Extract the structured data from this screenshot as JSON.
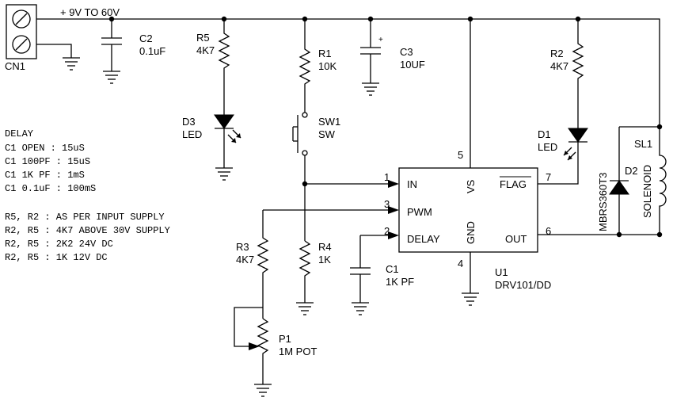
{
  "supply_label": "+ 9V TO 60V",
  "connector": {
    "ref": "CN1"
  },
  "c2": {
    "ref": "C2",
    "value": "0.1uF"
  },
  "r5": {
    "ref": "R5",
    "value": "4K7"
  },
  "d3": {
    "ref": "D3",
    "value": "LED"
  },
  "r1": {
    "ref": "R1",
    "value": "10K"
  },
  "sw1": {
    "ref": "SW1",
    "value": "SW"
  },
  "c3": {
    "ref": "C3",
    "value": "10UF",
    "polarity": "+"
  },
  "r2": {
    "ref": "R2",
    "value": "4K7"
  },
  "d1": {
    "ref": "D1",
    "value": "LED"
  },
  "d2": {
    "ref": "D2",
    "value": "MBRS360T3"
  },
  "sl1": {
    "ref": "SL1",
    "value": "SOLENOID"
  },
  "r3": {
    "ref": "R3",
    "value": "4K7"
  },
  "p1": {
    "ref": "P1",
    "value": "1M POT"
  },
  "r4": {
    "ref": "R4",
    "value": "1K"
  },
  "c1": {
    "ref": "C1",
    "value": "1K PF"
  },
  "u1": {
    "ref": "U1",
    "value": "DRV101/DD",
    "pins": {
      "in": "IN",
      "in_num": "1",
      "pwm": "PWM",
      "pwm_num": "3",
      "delay": "DELAY",
      "delay_num": "2",
      "vs": "VS",
      "vs_num": "5",
      "gnd": "GND",
      "gnd_num": "4",
      "flag": "FLAG",
      "flag_num": "7",
      "out": "OUT",
      "out_num": "6"
    }
  },
  "notes": {
    "delay": [
      "DELAY",
      "C1 OPEN : 15uS",
      "C1 100PF  : 15uS",
      "C1 1K PF : 1mS",
      "C1 0.1uF : 100mS"
    ],
    "supply": [
      "R5, R2 : AS PER INPUT SUPPLY",
      "R2, R5 : 4K7 ABOVE 30V SUPPLY",
      "R2, R5 : 2K2 24V DC",
      "R2, R5 : 1K 12V DC"
    ]
  }
}
